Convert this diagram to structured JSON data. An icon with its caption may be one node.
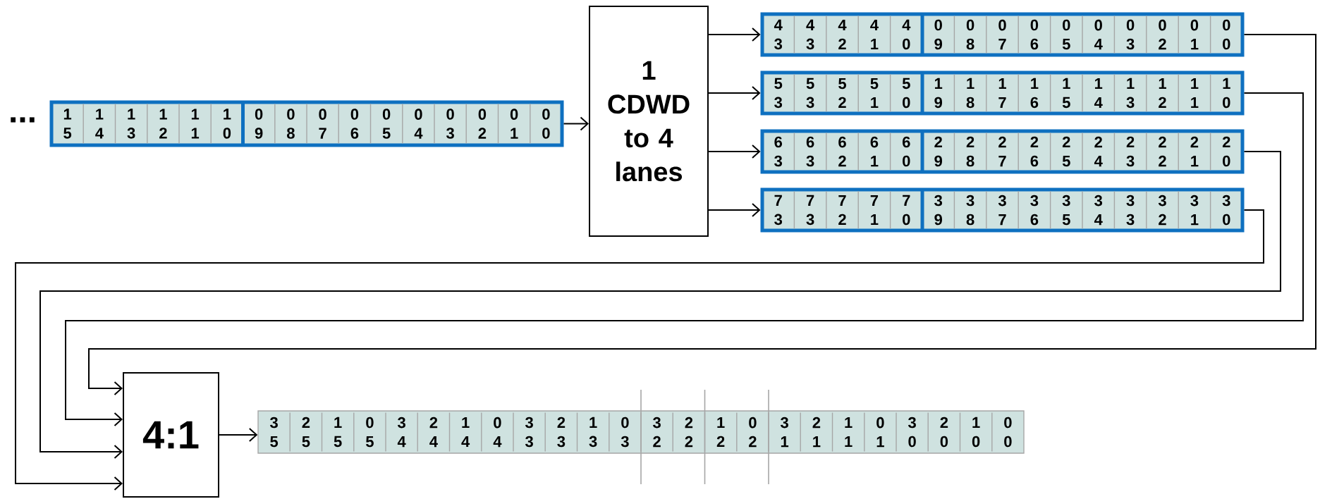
{
  "diagram": {
    "nodes": [
      {
        "text": [
          "1 5",
          "1 4",
          "1 3",
          "1 2",
          "1 1",
          "1 0",
          "0 9",
          "0 8",
          "0 7",
          "0 6",
          "0 5",
          "0 4",
          "0 3",
          "0 2",
          "0 1",
          "0 0"
        ]
      },
      {
        "text": [
          "1 CDWD to 4 lanes"
        ]
      },
      {
        "text": [
          "4 3",
          "4 3",
          "4 2",
          "4 1",
          "4 0",
          "0 9",
          "0 8",
          "0 7",
          "0 6",
          "0 5",
          "0 4",
          "0 3",
          "0 2",
          "0 1",
          "0 0"
        ]
      },
      {
        "text": [
          "5 3",
          "5 3",
          "5 2",
          "5 1",
          "5 0",
          "1 9",
          "1 8",
          "1 7",
          "1 6",
          "1 5",
          "1 4",
          "1 3",
          "1 2",
          "1 1",
          "1 0"
        ]
      },
      {
        "text": [
          "6 3",
          "6 3",
          "6 2",
          "6 1",
          "6 0",
          "2 9",
          "2 8",
          "2 7",
          "2 6",
          "2 5",
          "2 4",
          "2 3",
          "2 2",
          "2 1",
          "2 0"
        ]
      },
      {
        "text": [
          "7 3",
          "7 3",
          "7 2",
          "7 1",
          "7 0",
          "3 9",
          "3 8",
          "3 7",
          "3 6",
          "3 5",
          "3 4",
          "3 3",
          "3 2",
          "3 1",
          "3 0"
        ]
      },
      {
        "text": [
          "4:1"
        ]
      },
      {
        "text": [
          "3 5",
          "2 5",
          "1 5",
          "0 5",
          "3 4",
          "2 4",
          "1 4",
          "0 4",
          "3 3",
          "2 3",
          "1 3",
          "0 3",
          "3 2",
          "2 2",
          "1 2",
          "0 2",
          "3 1",
          "2 1",
          "1 1",
          "0 1",
          "3 0",
          "2 0",
          "1 0",
          "0 0"
        ]
      }
    ],
    "edges": [
      {
        "from": 0,
        "to": 1,
        "arrow": "to"
      },
      {
        "from": 1,
        "to": 2,
        "arrow": "to"
      },
      {
        "from": 1,
        "to": 3,
        "arrow": "to"
      },
      {
        "from": 1,
        "to": 4,
        "arrow": "to"
      },
      {
        "from": 1,
        "to": 5,
        "arrow": "to"
      },
      {
        "from": 2,
        "to": 6,
        "arrow": "to"
      },
      {
        "from": 3,
        "to": 6,
        "arrow": "to"
      },
      {
        "from": 4,
        "to": 6,
        "arrow": "to"
      },
      {
        "from": 5,
        "to": 6,
        "arrow": "to"
      },
      {
        "from": 6,
        "to": 7,
        "arrow": "to"
      }
    ],
    "labels": [
      "..."
    ]
  }
}
